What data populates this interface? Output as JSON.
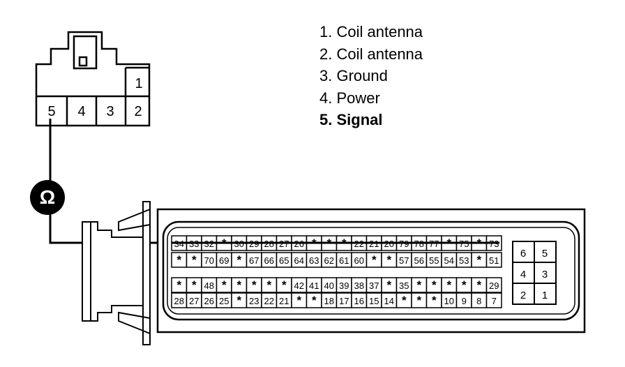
{
  "legend": {
    "items": [
      {
        "number": "1.",
        "label": "Coil antenna",
        "bold": false
      },
      {
        "number": "2.",
        "label": "Coil antenna",
        "bold": false
      },
      {
        "number": "3.",
        "label": "Ground",
        "bold": false
      },
      {
        "number": "4.",
        "label": "Power",
        "bold": false
      },
      {
        "number": "5.",
        "label": "Signal",
        "bold": true
      }
    ]
  },
  "small_connector": {
    "top_pin": "1",
    "bottom_pins": [
      "5",
      "4",
      "3",
      "2"
    ]
  },
  "ohmmeter": {
    "symbol": "Ω"
  },
  "ecm_connector": {
    "rows": [
      [
        "34",
        "33",
        "32",
        "*",
        "30",
        "29",
        "28",
        "27",
        "26",
        "*",
        "*",
        "*",
        "22",
        "21",
        "20",
        "79",
        "78",
        "77",
        "*",
        "75",
        "*",
        "73"
      ],
      [
        "*",
        "*",
        "70",
        "69",
        "*",
        "67",
        "66",
        "65",
        "64",
        "63",
        "62",
        "61",
        "60",
        "*",
        "*",
        "57",
        "56",
        "55",
        "54",
        "53",
        "*",
        "51"
      ],
      [
        "*",
        "*",
        "48",
        "*",
        "*",
        "*",
        "*",
        "*",
        "42",
        "41",
        "40",
        "39",
        "38",
        "37",
        "*",
        "35",
        "*",
        "*",
        "*",
        "*",
        "*",
        "29"
      ],
      [
        "28",
        "27",
        "26",
        "25",
        "*",
        "23",
        "22",
        "21",
        "*",
        "*",
        "18",
        "17",
        "16",
        "15",
        "14",
        "*",
        "*",
        "*",
        "10",
        "9",
        "8",
        "7"
      ]
    ],
    "side_block": [
      "6",
      "5",
      "4",
      "3",
      "2",
      "1"
    ]
  }
}
